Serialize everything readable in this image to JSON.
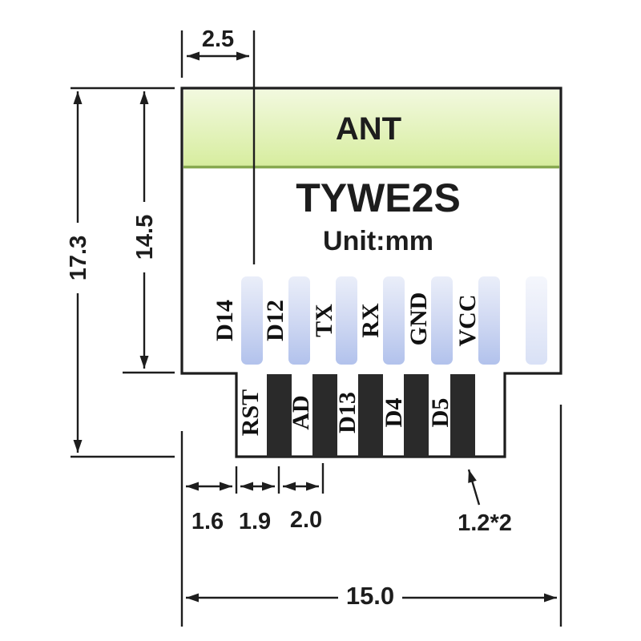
{
  "module": {
    "name": "TYWE2S",
    "unit": "Unit:mm",
    "ant": "ANT"
  },
  "top_pins": {
    "labels": [
      "D14",
      "D12",
      "TX",
      "RX",
      "GND",
      "VCC"
    ]
  },
  "bottom_pins": {
    "labels": [
      "RST",
      "AD",
      "D13",
      "D4",
      "D5"
    ]
  },
  "dims": {
    "antenna_offset": "2.5",
    "total_height": "17.3",
    "body_height": "14.5",
    "edge_to_tab": "1.6",
    "tab_to_pin": "1.9",
    "pin_pitch": "2.0",
    "pin_size": "1.2*2",
    "total_width": "15.0"
  },
  "colors": {
    "outline": "#1d1d1d",
    "ant_fill_top": "#f2f9df",
    "ant_fill_bottom": "#d7ed9f",
    "ant_border": "#87a950",
    "top_pin_fill_top": "#eaeef9",
    "top_pin_fill_bottom": "#b2c2ec",
    "bottom_pin_fill": "#2a2a2a",
    "text": "#1d1d1d"
  }
}
